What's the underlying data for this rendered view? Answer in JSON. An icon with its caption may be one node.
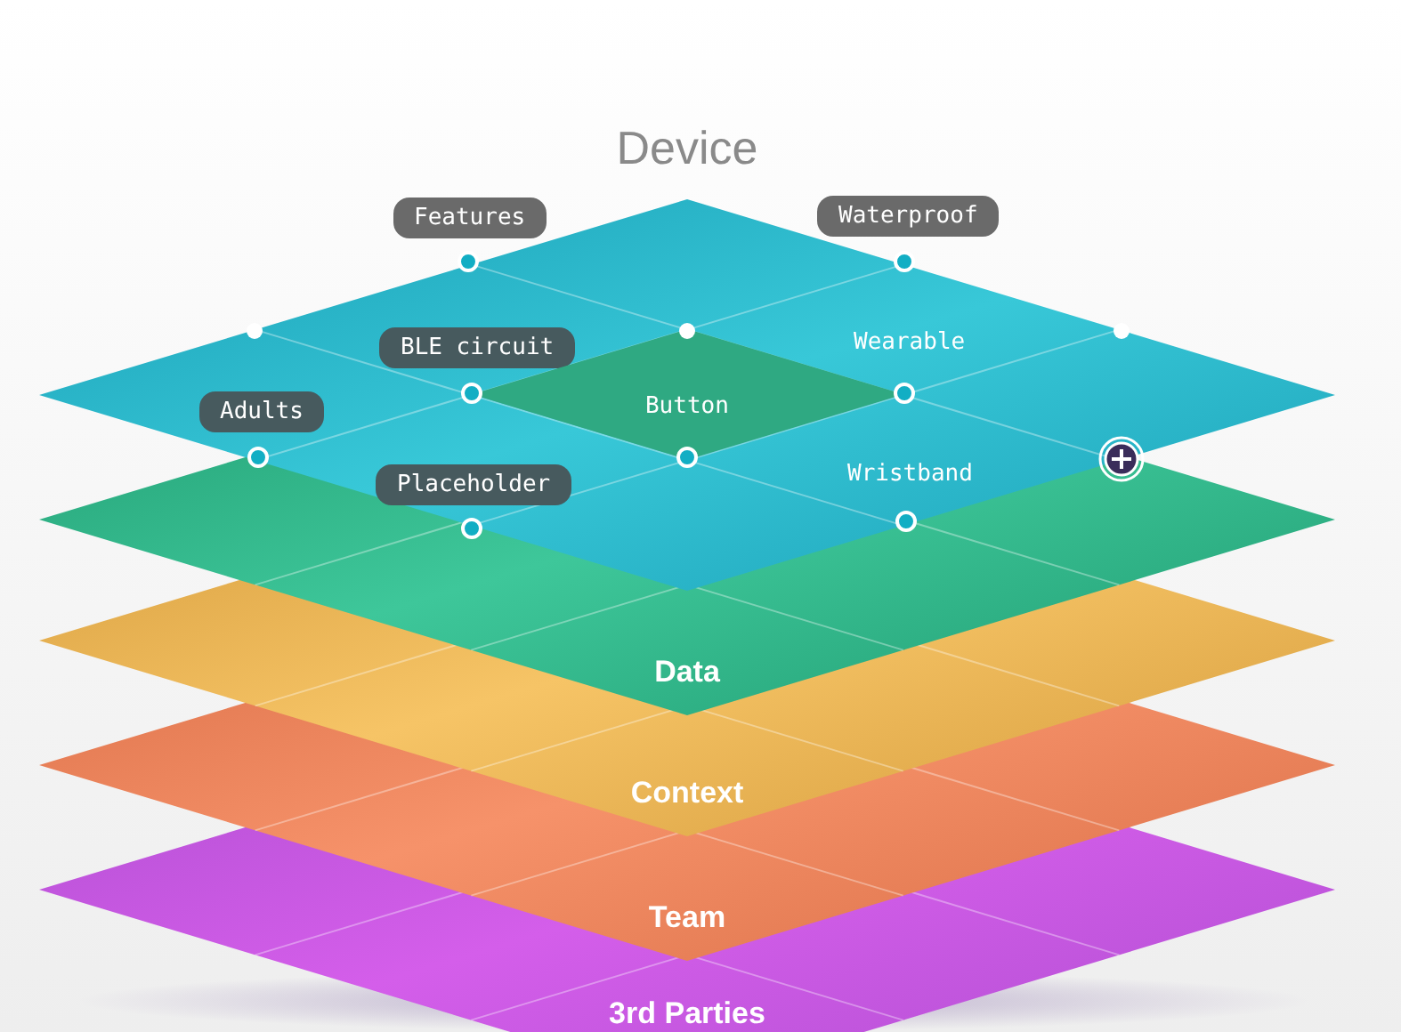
{
  "diagram": {
    "nodes": [
      {
        "text": [
          "Device"
        ]
      },
      {
        "text": [
          "Features"
        ]
      },
      {
        "text": [
          "Waterproof"
        ]
      },
      {
        "text": [
          "BLE circuit"
        ],
        "in": 0
      },
      {
        "text": [
          "Wearable"
        ],
        "in": 0
      },
      {
        "text": [
          "Adults"
        ],
        "in": 0
      },
      {
        "text": [
          "Button"
        ]
      },
      {
        "text": [
          "Placeholder"
        ]
      },
      {
        "text": [
          "Wristband"
        ]
      },
      {
        "text": [
          "Data"
        ]
      },
      {
        "text": [
          "Context"
        ]
      },
      {
        "text": [
          "Team"
        ]
      },
      {
        "text": [
          "3rd Parties"
        ]
      }
    ]
  }
}
